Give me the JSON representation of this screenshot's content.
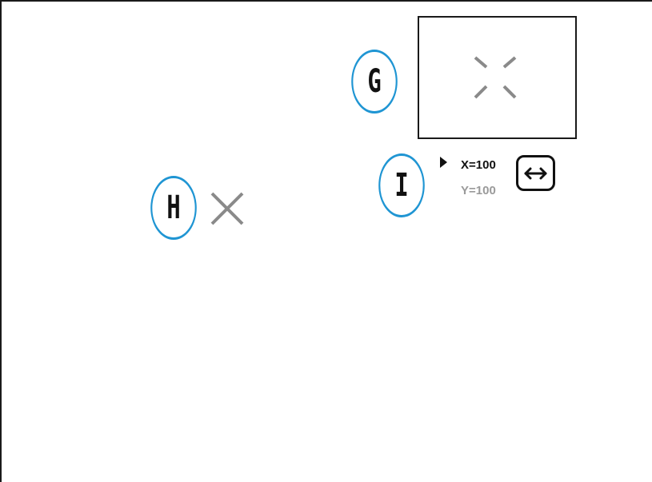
{
  "callouts": {
    "g": "G",
    "h": "H",
    "i": "I"
  },
  "coordinates": {
    "x_text": "X=100",
    "y_text": "Y=100",
    "active_axis": "x"
  },
  "icons": {
    "selection_marker": "triangle-right-icon",
    "mode_toggle": "horizontal-double-arrow-icon",
    "preview_reticle": "corner-reticle-icon",
    "crosshair": "x-crosshair-icon"
  },
  "colors": {
    "callout_ring": "#1f95d3",
    "active_text": "#111111",
    "inactive_text": "#9a9a9a",
    "reticle": "#8a8a8a"
  }
}
